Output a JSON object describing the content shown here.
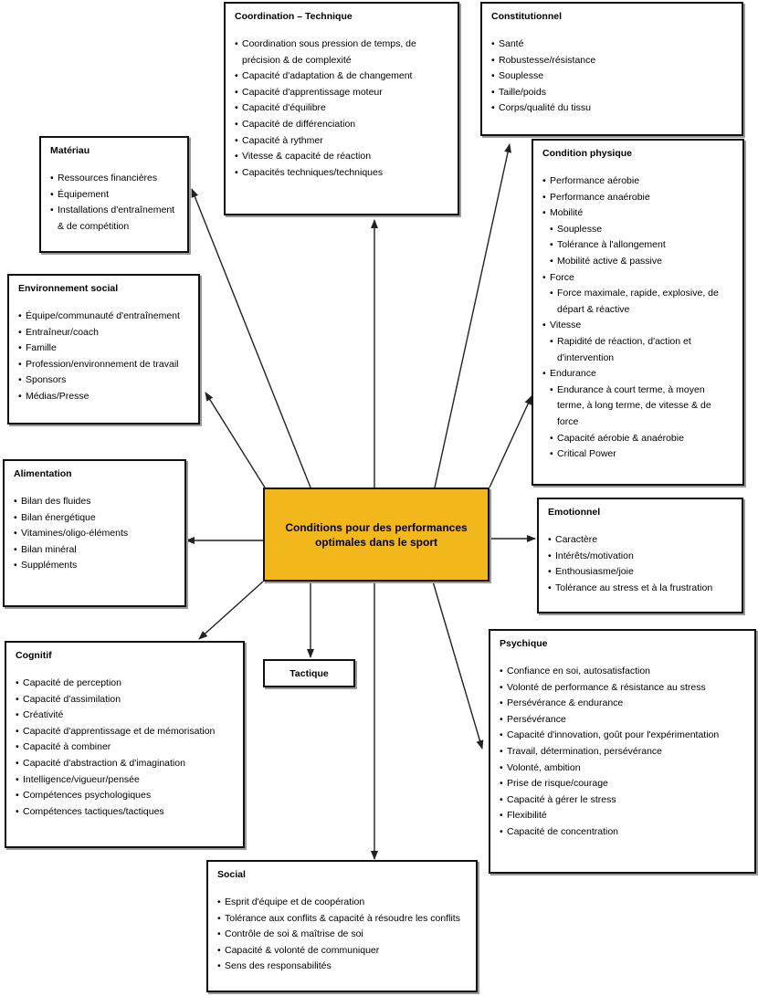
{
  "center": {
    "title": "Conditions pour des performances optimales dans le sport"
  },
  "tactique": {
    "title": "Tactique"
  },
  "boxes": {
    "coordination": {
      "title": "Coordination – Technique",
      "items": [
        "Coordination sous pression de temps, de précision & de complexité",
        "Capacité d'adaptation & de changement",
        "Capacité d'apprentissage moteur",
        "Capacité d'équilibre",
        "Capacité de différenciation",
        "Capacité à rythmer",
        "Vitesse & capacité de réaction",
        "Capacités techniques/techniques"
      ]
    },
    "constitutionnel": {
      "title": "Constitutionnel",
      "items": [
        "Santé",
        "Robustesse/résistance",
        "Souplesse",
        "Taille/poids",
        "Corps/qualité du tissu"
      ]
    },
    "materiau": {
      "title": "Matériau",
      "items": [
        "Ressources financières",
        "Équipement",
        "Installations d'entraînement & de compétition"
      ]
    },
    "condition_physique": {
      "title": "Condition physique",
      "items": [
        {
          "text": "Performance aérobie",
          "sub": false
        },
        {
          "text": "Performance anaérobie",
          "sub": false
        },
        {
          "text": "Mobilité",
          "sub": false
        },
        {
          "text": "Souplesse",
          "sub": true
        },
        {
          "text": "Tolérance à l'allongement",
          "sub": true
        },
        {
          "text": "Mobilité active & passive",
          "sub": true
        },
        {
          "text": "Force",
          "sub": false
        },
        {
          "text": "Force maximale, rapide, explosive, de départ & réactive",
          "sub": true
        },
        {
          "text": "Vitesse",
          "sub": false
        },
        {
          "text": "Rapidité de réaction, d'action et d'intervention",
          "sub": true
        },
        {
          "text": "Endurance",
          "sub": false
        },
        {
          "text": "Endurance à court terme, à moyen terme, à long terme, de vitesse & de force",
          "sub": true
        },
        {
          "text": "Capacité aérobie & anaérobie",
          "sub": true
        },
        {
          "text": "Critical Power",
          "sub": true
        }
      ]
    },
    "environnement_social": {
      "title": "Environnement social",
      "items": [
        "Équipe/communauté d'entraînement",
        "Entraîneur/coach",
        "Famille",
        "Profession/environnement de travail",
        "Sponsors",
        "Médias/Presse"
      ]
    },
    "alimentation": {
      "title": "Alimentation",
      "items": [
        "Bilan des fluides",
        "Bilan énergétique",
        "Vitamines/oligo-éléments",
        "Bilan minéral",
        "Suppléments"
      ]
    },
    "emotionnel": {
      "title": "Emotionnel",
      "items": [
        "Caractère",
        "Intérêts/motivation",
        "Enthousiasme/joie",
        "Tolérance au stress et à la frustration"
      ]
    },
    "cognitif": {
      "title": "Cognitif",
      "items": [
        "Capacité de perception",
        "Capacité d'assimilation",
        "Créativité",
        "Capacité d'apprentissage et de mémorisation",
        "Capacité à combiner",
        "Capacité d'abstraction & d'imagination",
        "Intelligence/vigueur/pensée",
        "Compétences psychologiques",
        "Compétences tactiques/tactiques"
      ]
    },
    "psychique": {
      "title": "Psychique",
      "items": [
        "Confiance en soi, autosatisfaction",
        "Volonté de performance & résistance au stress",
        "Persévérance & endurance",
        "Persévérance",
        "Capacité d'innovation, goût pour l'expérimentation",
        "Travail, détermination, persévérance",
        "Volonté, ambition",
        "Prise de risque/courage",
        "Capacité à gérer le stress",
        "Flexibilité",
        "Capacité de concentration"
      ]
    },
    "social": {
      "title": "Social",
      "items": [
        "Esprit d'équipe et de coopération",
        "Tolérance aux conflits & capacité à résoudre les conflits",
        "Contrôle de soi & maîtrise de soi",
        "Capacité & volonté de communiquer",
        "Sens des responsabilités"
      ]
    }
  }
}
